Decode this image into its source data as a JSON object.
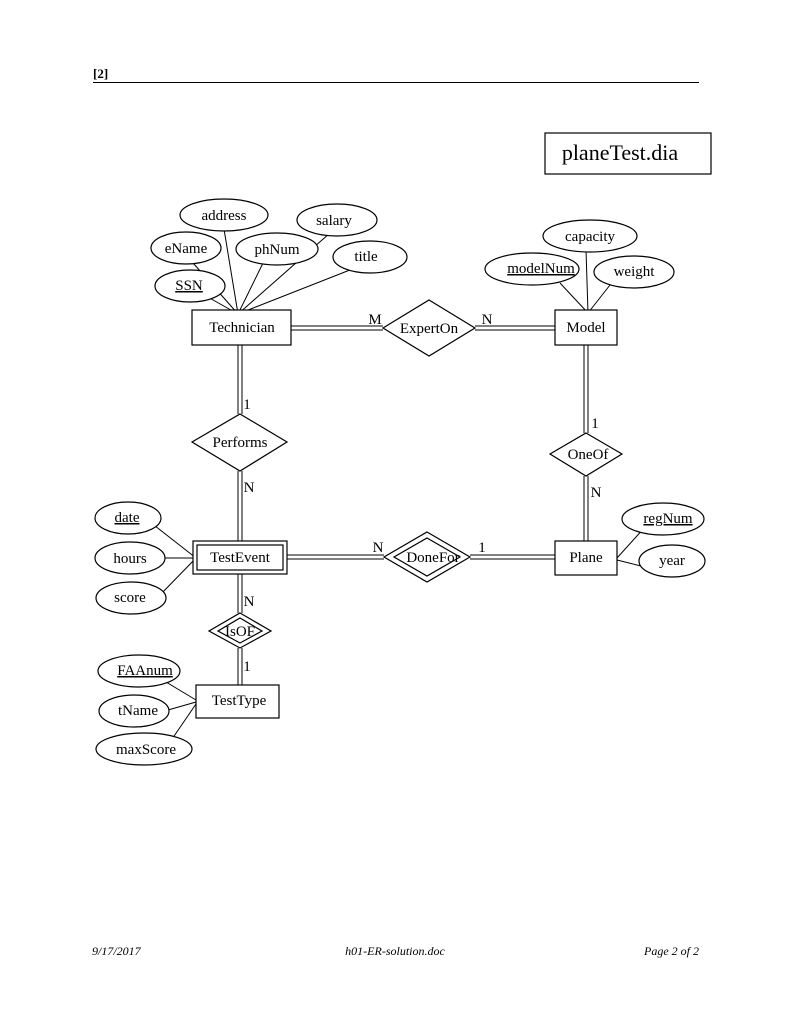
{
  "header": {
    "label": "[2]"
  },
  "footer": {
    "date": "9/17/2017",
    "filename": "h01-ER-solution.doc",
    "page": "Page 2 of 2"
  },
  "diagram": {
    "title": "planeTest.dia",
    "entities": {
      "technician": "Technician",
      "model": "Model",
      "test_event": "TestEvent",
      "plane": "Plane",
      "test_type": "TestType"
    },
    "relationships": {
      "expert_on": "ExpertOn",
      "performs": "Performs",
      "one_of": "OneOf",
      "done_for": "DoneFor",
      "is_of": "IsOF"
    },
    "attributes": {
      "ssn": "SSN",
      "ename": "eName",
      "address": "address",
      "phnum": "phNum",
      "salary": "salary",
      "title": "title",
      "capacity": "capacity",
      "modelnum": "modelNum",
      "weight": "weight",
      "date": "date",
      "hours": "hours",
      "score": "score",
      "regnum": "regNum",
      "year": "year",
      "faanum": "FAAnum",
      "tname": "tName",
      "maxscore": "maxScore"
    },
    "cardinalities": {
      "expert_on_technician": "M",
      "expert_on_model": "N",
      "performs_technician": "1",
      "performs_test_event": "N",
      "one_of_model": "1",
      "one_of_plane": "N",
      "done_for_test_event": "N",
      "done_for_plane": "1",
      "is_of_test_event": "N",
      "is_of_test_type": "1"
    }
  }
}
